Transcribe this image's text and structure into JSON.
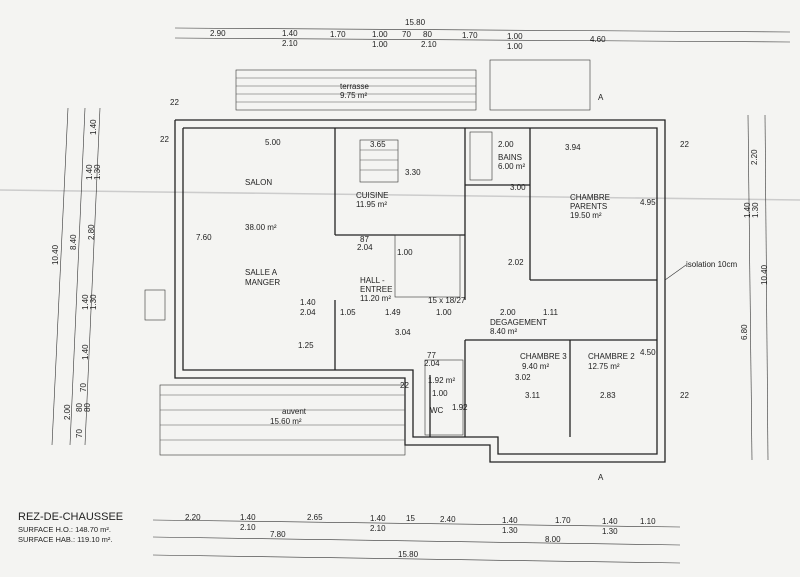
{
  "title": "REZ-DE-CHAUSSEE",
  "surface_ho": "SURFACE H.O.: 148.70 m².",
  "surface_hab": "SURFACE HAB.: 119.10 m².",
  "annotation": "isolation 10cm",
  "section_marks": [
    "A",
    "A"
  ],
  "rooms": {
    "terrasse": {
      "name": "terrasse",
      "area": "9.75 m²"
    },
    "salon": {
      "name": "SALON"
    },
    "sejour": {
      "area": "38.00 m²",
      "name1": "SALLE A",
      "name2": "MANGER"
    },
    "cuisine": {
      "name": "CUISINE",
      "area": "11.95 m²"
    },
    "bains": {
      "name": "BAINS",
      "area": "6.00 m²"
    },
    "parents": {
      "name1": "CHAMBRE",
      "name2": "PARENTS",
      "area": "19.50 m²"
    },
    "hall": {
      "name1": "HALL -",
      "name2": "ENTREE",
      "area": "11.20 m²"
    },
    "degagement": {
      "name": "DEGAGEMENT",
      "area": "8.40 m²"
    },
    "chambre3": {
      "name": "CHAMBRE 3",
      "area": "9.40 m²"
    },
    "chambre2": {
      "name": "CHAMBRE 2",
      "area": "12.75 m²"
    },
    "wc": {
      "name": "WC",
      "area": "1.92 m²"
    },
    "auvent": {
      "name": "auvent",
      "area": "15.60 m²"
    }
  },
  "dims": {
    "top_total": "15.80",
    "top": [
      "2.90",
      "1.40",
      "2.10",
      "1.70",
      "1.00",
      "1.00",
      "70",
      "80",
      "2.10",
      "1.70",
      "1.00",
      "1.00",
      "4.60"
    ],
    "bottom": [
      "2.20",
      "1.40",
      "2.10",
      "2.65",
      "1.40",
      "2.10",
      "15",
      "2.40",
      "1.40",
      "1.30",
      "1.70",
      "1.40",
      "1.30",
      "1.10"
    ],
    "bottom_sub": [
      "7.80",
      "8.00"
    ],
    "bottom_total": "15.80",
    "left": [
      "1.40",
      "1.40",
      "1.30",
      "2.80",
      "1.40",
      "1.30",
      "1.40",
      "70",
      "80",
      "80",
      "70"
    ],
    "left_sub": [
      "8.40",
      "2.00"
    ],
    "left_total": "10.40",
    "right": [
      "2.20",
      "1.40",
      "1.30",
      "6.80"
    ],
    "right_total": "10.40",
    "interior": [
      "5.00",
      "3.65",
      "3.30",
      "2.00",
      "3.94",
      "3.00",
      "4.95",
      "7.60",
      "87",
      "2.04",
      "1.00",
      "2.02",
      "1.40",
      "2.04",
      "1.05",
      "1.49",
      "1.00",
      "2.00",
      "1.11",
      "3.04",
      "1.25",
      "77",
      "2.04",
      "3.02",
      "3.11",
      "2.83",
      "4.50",
      "1.00",
      "1.92",
      "15 x 18/27",
      "22",
      "22",
      "22",
      "22",
      "22"
    ]
  }
}
